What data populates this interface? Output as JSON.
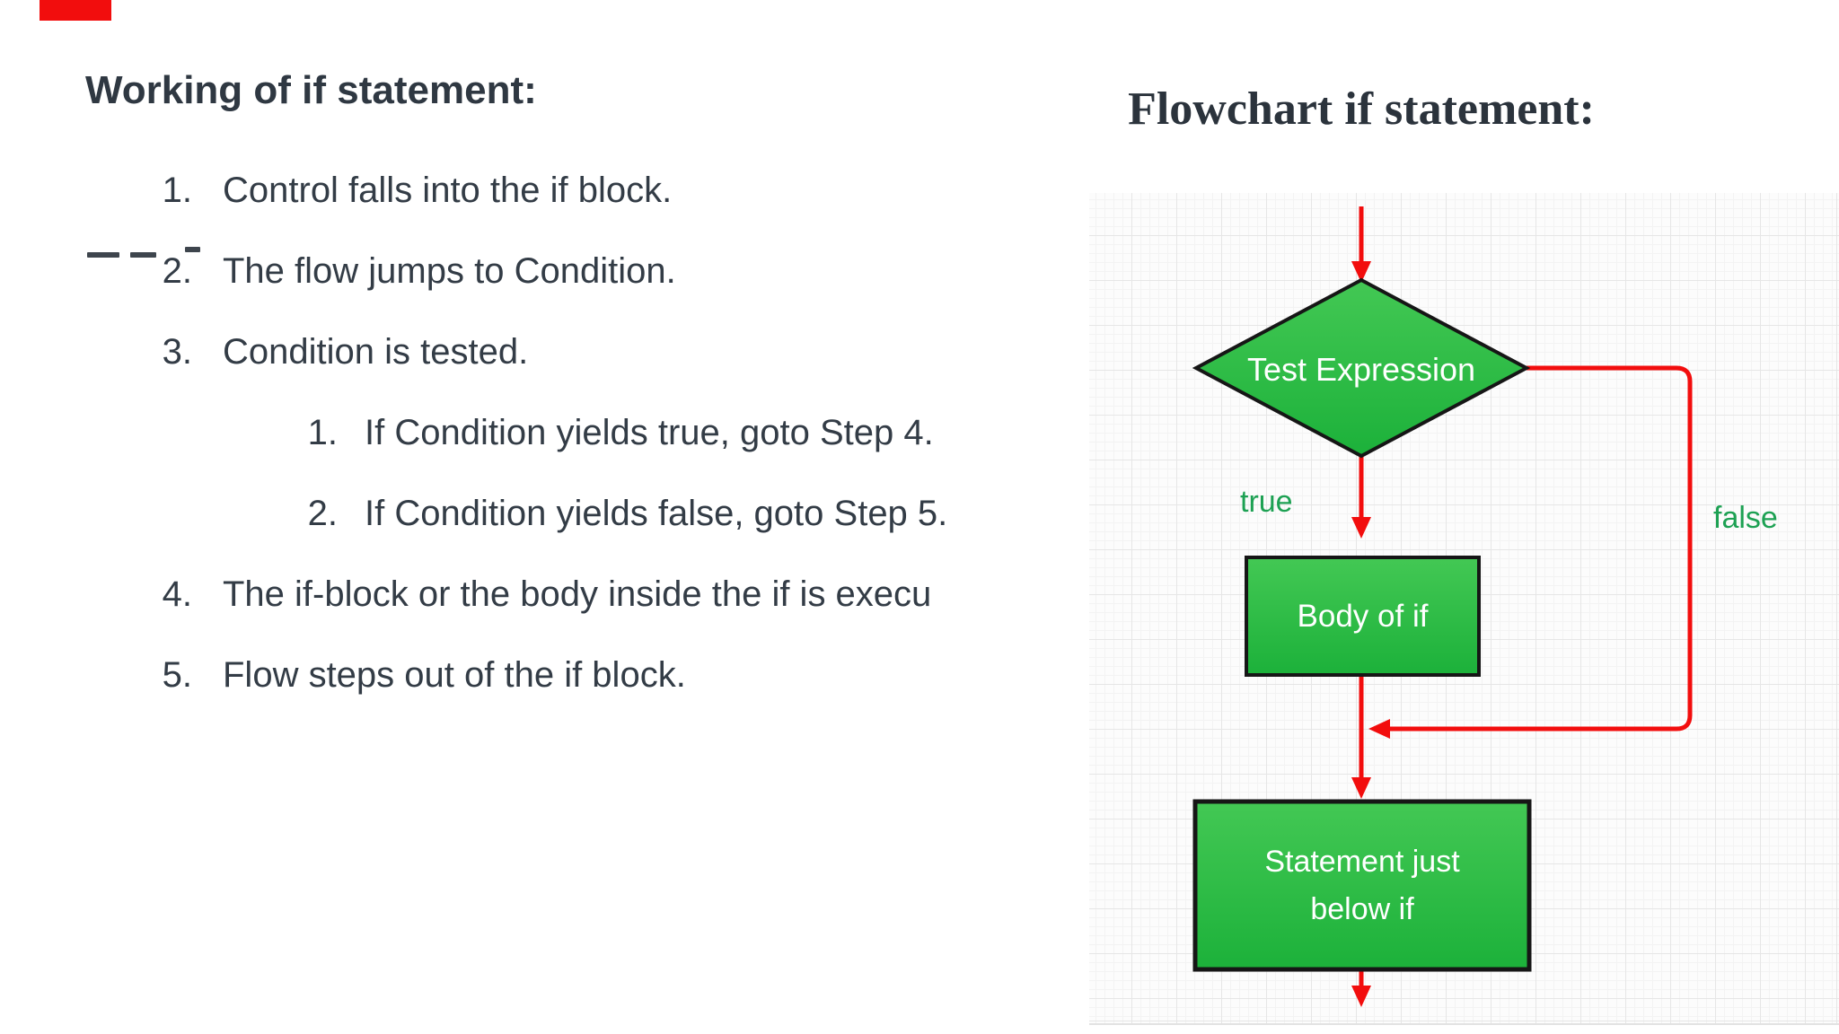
{
  "colors": {
    "text_dark": "#333c46",
    "heading_dark": "#2f3842",
    "accent_red": "#f20d0d",
    "node_border": "#161616",
    "node_green_top": "#43c854",
    "node_green_bottom": "#1cb13a",
    "node_text": "#ffffff",
    "branch_label_green": "#1da153",
    "grid_bg": "#fcfcfc",
    "grid_minor": "#f3f3f3",
    "grid_major": "#e6e6e6"
  },
  "left_panel": {
    "heading": "Working of if statement:",
    "steps": [
      {
        "num": "1.",
        "text": "Control falls into the if block."
      },
      {
        "num": "2.",
        "text": "The flow jumps to Condition."
      },
      {
        "num": "3.",
        "text": "Condition is tested."
      },
      {
        "num": "1.",
        "text": "If Condition yields true, goto Step 4."
      },
      {
        "num": "2.",
        "text": "If Condition yields false, goto Step 5."
      },
      {
        "num": "4.",
        "text": "The if-block or the body inside the if is execu"
      },
      {
        "num": "5.",
        "text": "Flow steps out of the if block."
      }
    ]
  },
  "flowchart": {
    "title": "Flowchart if statement:",
    "decision_label": "Test Expression",
    "true_label": "true",
    "false_label": "false",
    "body_label": "Body of if",
    "statement_label_line1": "Statement just",
    "statement_label_line2": "below if"
  }
}
